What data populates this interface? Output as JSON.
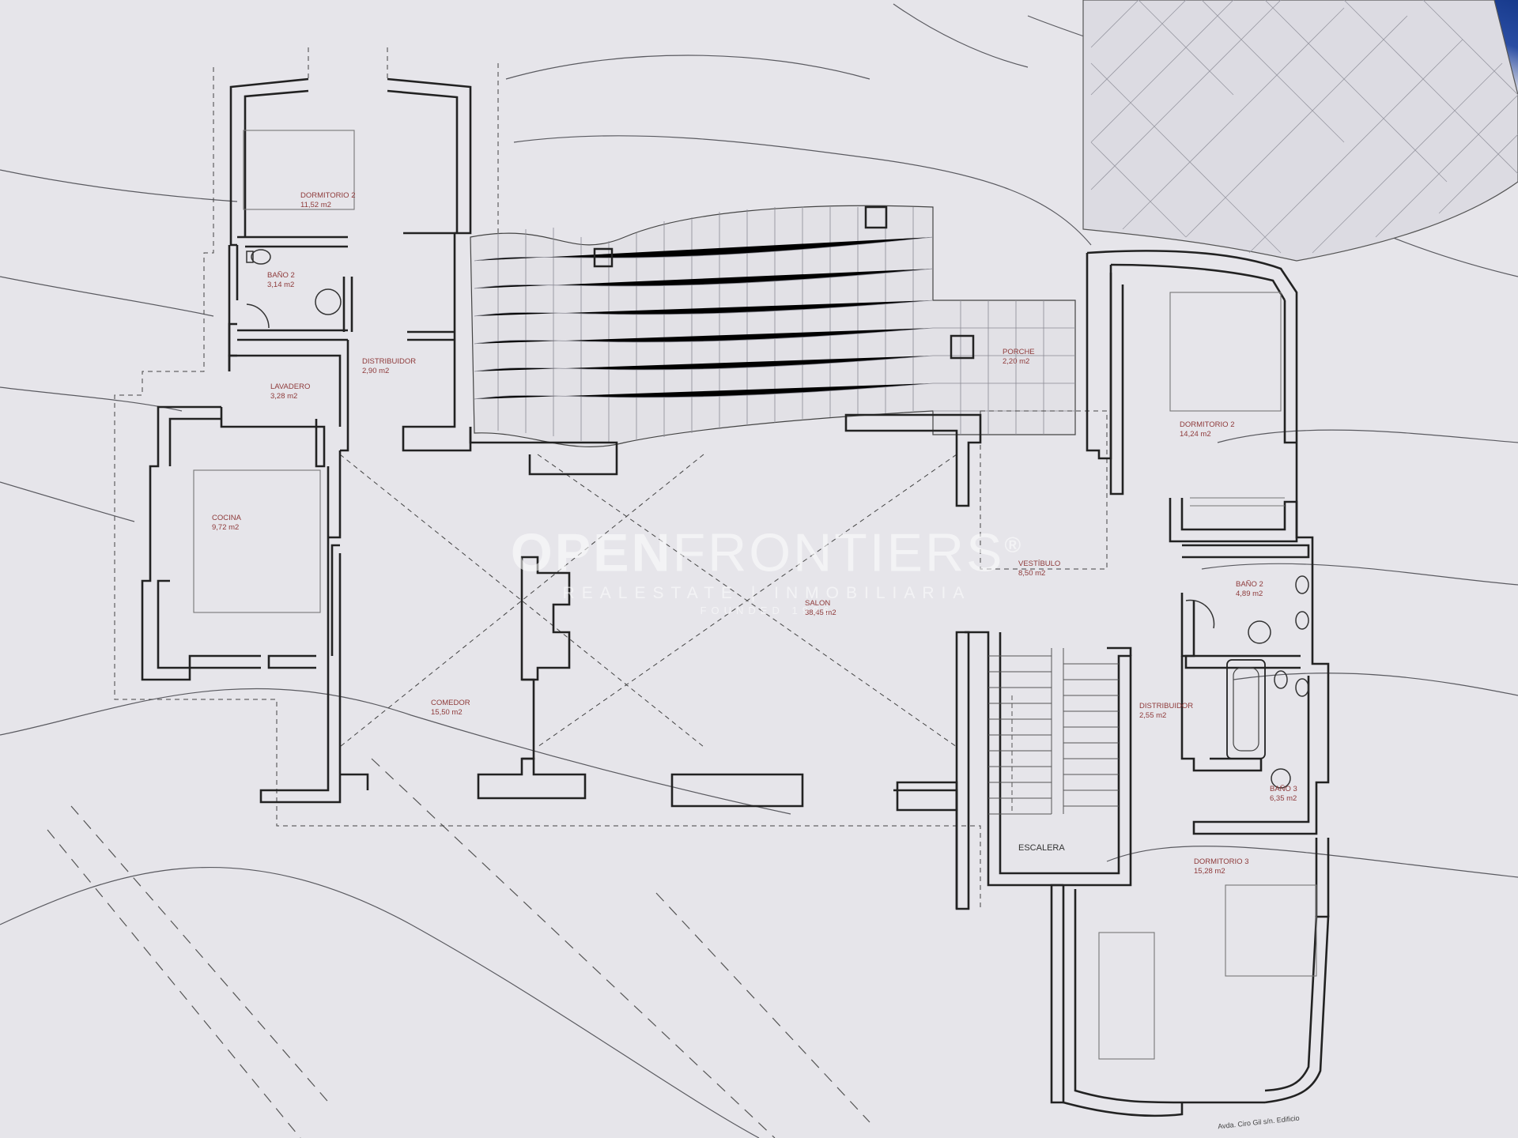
{
  "rooms": {
    "dormitorio2_upper": {
      "name": "DORMITORIO 2",
      "area": "11,52 m2"
    },
    "bano2_upper": {
      "name": "BAÑO 2",
      "area": "3,14 m2"
    },
    "distribuidor_left": {
      "name": "DISTRIBUIDOR",
      "area": "2,90 m2"
    },
    "lavadero": {
      "name": "LAVADERO",
      "area": "3,28 m2"
    },
    "cocina": {
      "name": "COCINA",
      "area": "9,72 m2"
    },
    "comedor": {
      "name": "COMEDOR",
      "area": "15,50 m2"
    },
    "salon": {
      "name": "SALON",
      "area": "38,45 m2"
    },
    "porche": {
      "name": "PORCHE",
      "area": "2,20 m2"
    },
    "vestibulo": {
      "name": "VESTÍBULO",
      "area": "8,50 m2"
    },
    "dormitorio2_right": {
      "name": "DORMITORIO 2",
      "area": "14,24 m2"
    },
    "bano2_right": {
      "name": "BAÑO 2",
      "area": "4,89 m2"
    },
    "distribuidor_right": {
      "name": "DISTRIBUIDOR",
      "area": "2,55 m2"
    },
    "bano3": {
      "name": "BAÑO 3",
      "area": "6,35 m2"
    },
    "dormitorio3": {
      "name": "DORMITORIO 3",
      "area": "15,28 m2"
    },
    "escalera": {
      "name": "ESCALERA"
    }
  },
  "watermark": {
    "brand_bold": "OPEN",
    "brand_light": "FRONTIERS",
    "registered": "®",
    "subtitle": "REALESTATE | INMOBILIARIA",
    "founded": "FOUNDED 1996"
  },
  "footer": {
    "text": "Avda. Ciro Gil s/n. Edificio"
  },
  "colors": {
    "paper": "#e6e5ea",
    "wall": "#2a2a2a",
    "label": "#8e3a3a",
    "watermark": "#ffffff"
  }
}
